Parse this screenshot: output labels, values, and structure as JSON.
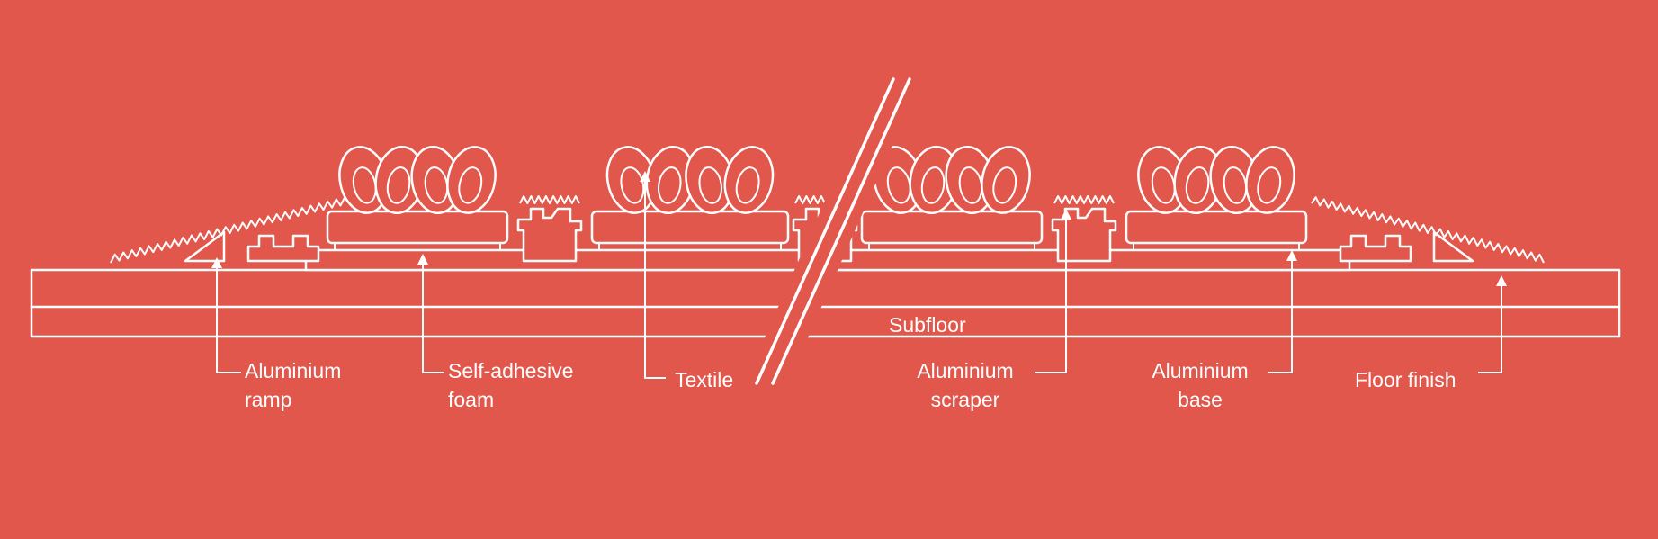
{
  "colors": {
    "background": "#E2574C",
    "line": "#FFFFFF"
  },
  "labels": {
    "aluminium_ramp_line1": "Aluminium",
    "aluminium_ramp_line2": "ramp",
    "self_adhesive_foam_line1": "Self-adhesive",
    "self_adhesive_foam_line2": "foam",
    "textile": "Textile",
    "subfloor": "Subfloor",
    "aluminium_scraper_line1": "Aluminium",
    "aluminium_scraper_line2": "scraper",
    "aluminium_base_line1": "Aluminium",
    "aluminium_base_line2": "base",
    "floor_finish": "Floor finish"
  }
}
